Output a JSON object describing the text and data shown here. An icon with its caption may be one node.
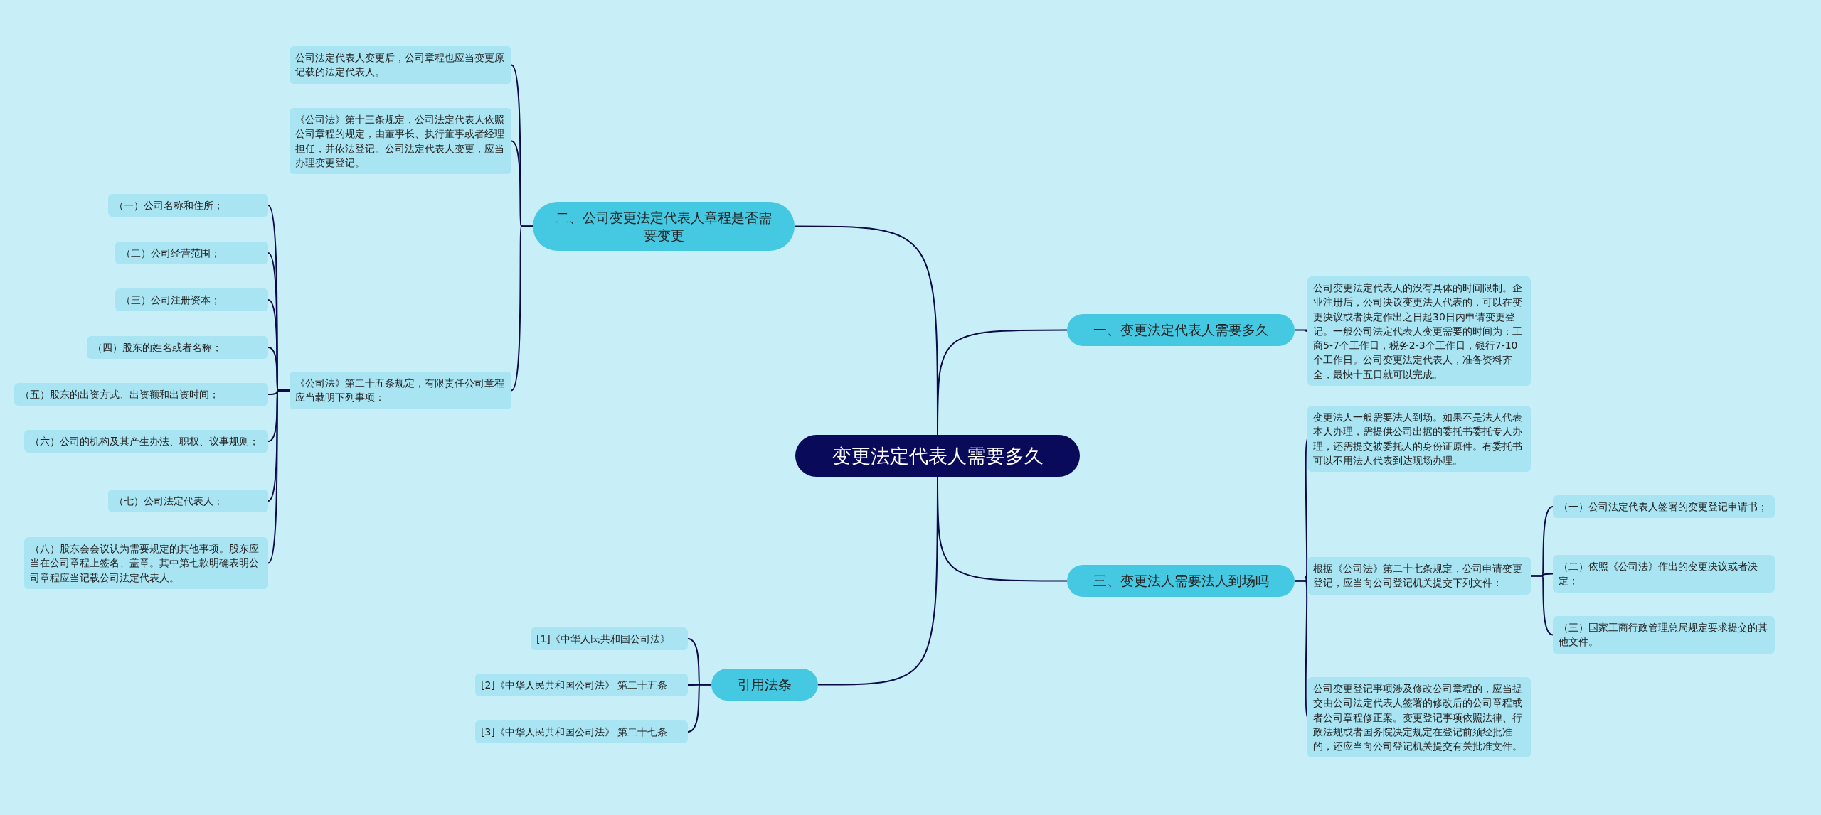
{
  "diagram": {
    "nodes": [
      {
        "text": [
          "变更法定代表人需要多久"
        ]
      },
      {
        "text": [
          "一、变更法定代表人需要多久"
        ]
      },
      {
        "text": [
          "公司变更法定代表人的没有具体的时间限制。企业注册后，公司决议变更法人代表的，可以在变更决议或者决定作出之日起30日内申请变更登记。一般公司法定代表人变更需要的时间为：工商5-7个工作日，税务2-3个工作日，银行7-10个工作日。公司变更法定代表人，准备资料齐全，最快十五日就可以完成。"
        ]
      },
      {
        "text": [
          "三、变更法人需要法人到场吗"
        ]
      },
      {
        "text": [
          "变更法人一般需要法人到场。如果不是法人代表本人办理，需提供公司出据的委托书委托专人办理，还需提交被委托人的身份证原件。有委托书可以不用法人代表到达现场办理。"
        ]
      },
      {
        "text": [
          "根据《公司法》第二十七条规定，公司申请变更登记，应当向公司登记机关提交下列文件："
        ]
      },
      {
        "text": [
          "（一）公司法定代表人签署的变更登记申请书；"
        ]
      },
      {
        "text": [
          "（二）依照《公司法》作出的变更决议或者决定；"
        ]
      },
      {
        "text": [
          "（三）国家工商行政管理总局规定要求提交的其他文件。"
        ]
      },
      {
        "text": [
          "公司变更登记事项涉及修改公司章程的，应当提交由公司法定代表人签署的修改后的公司章程或者公司章程修正案。变更登记事项依照法律、行政法规或者国务院决定规定在登记前须经批准的，还应当向公司登记机关提交有关批准文件。"
        ]
      },
      {
        "text": [
          "二、公司变更法定代表人章程是否需要变更"
        ]
      },
      {
        "text": [
          "公司法定代表人变更后，公司章程也应当变更原记载的法定代表人。"
        ]
      },
      {
        "text": [
          "《公司法》第十三条规定，公司法定代表人依照公司章程的规定，由董事长、执行董事或者经理担任，并依法登记。公司法定代表人变更，应当办理变更登记。"
        ]
      },
      {
        "text": [
          "《公司法》第二十五条规定，有限责任公司章程应当载明下列事项："
        ]
      },
      {
        "text": [
          "（一）公司名称和住所；"
        ]
      },
      {
        "text": [
          "（二）公司经营范围；"
        ]
      },
      {
        "text": [
          "（三）公司注册资本；"
        ]
      },
      {
        "text": [
          "（四）股东的姓名或者名称；"
        ]
      },
      {
        "text": [
          "（五）股东的出资方式、出资额和出资时间；"
        ]
      },
      {
        "text": [
          "（六）公司的机构及其产生办法、职权、议事规则；"
        ]
      },
      {
        "text": [
          "（七）公司法定代表人；"
        ]
      },
      {
        "text": [
          "（八）股东会会议认为需要规定的其他事项。股东应当在公司章程上签名、盖章。其中第七款明确表明公司章程应当记载公司法定代表人。"
        ]
      },
      {
        "text": [
          "引用法条"
        ]
      },
      {
        "text": [
          "[1]《中华人民共和国公司法》"
        ]
      },
      {
        "text": [
          "[2]《中华人民共和国公司法》 第二十五条"
        ]
      },
      {
        "text": [
          "[3]《中华人民共和国公司法》 第二十七条"
        ]
      }
    ],
    "edges": [
      {
        "from": 0,
        "to": 1,
        "arrow": "none"
      },
      {
        "from": 1,
        "to": 2,
        "arrow": "none"
      },
      {
        "from": 0,
        "to": 3,
        "arrow": "none"
      },
      {
        "from": 3,
        "to": 4,
        "arrow": "none"
      },
      {
        "from": 3,
        "to": 5,
        "arrow": "none"
      },
      {
        "from": 5,
        "to": 6,
        "arrow": "none"
      },
      {
        "from": 5,
        "to": 7,
        "arrow": "none"
      },
      {
        "from": 5,
        "to": 8,
        "arrow": "none"
      },
      {
        "from": 3,
        "to": 9,
        "arrow": "none"
      },
      {
        "from": 0,
        "to": 10,
        "arrow": "none"
      },
      {
        "from": 10,
        "to": 11,
        "arrow": "none"
      },
      {
        "from": 10,
        "to": 12,
        "arrow": "none"
      },
      {
        "from": 10,
        "to": 13,
        "arrow": "none"
      },
      {
        "from": 13,
        "to": 14,
        "arrow": "none"
      },
      {
        "from": 13,
        "to": 15,
        "arrow": "none"
      },
      {
        "from": 13,
        "to": 16,
        "arrow": "none"
      },
      {
        "from": 13,
        "to": 17,
        "arrow": "none"
      },
      {
        "from": 13,
        "to": 18,
        "arrow": "none"
      },
      {
        "from": 13,
        "to": 19,
        "arrow": "none"
      },
      {
        "from": 13,
        "to": 20,
        "arrow": "none"
      },
      {
        "from": 13,
        "to": 21,
        "arrow": "none"
      },
      {
        "from": 0,
        "to": 22,
        "arrow": "none"
      },
      {
        "from": 22,
        "to": 23,
        "arrow": "none"
      },
      {
        "from": 22,
        "to": 24,
        "arrow": "none"
      },
      {
        "from": 22,
        "to": 25,
        "arrow": "none"
      }
    ]
  }
}
